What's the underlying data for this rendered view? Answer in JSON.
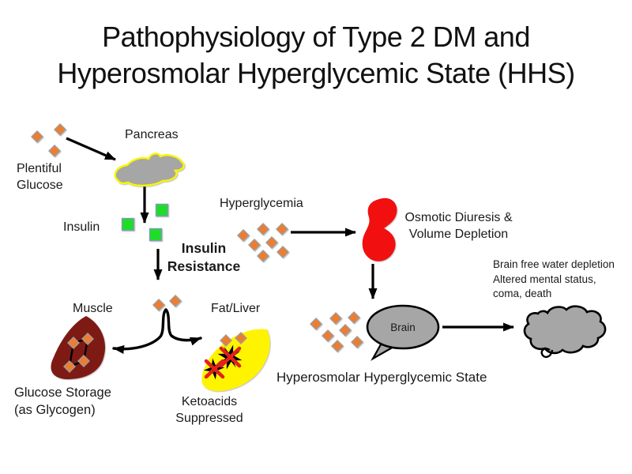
{
  "title": {
    "line1": "Pathophysiology of Type 2 DM and",
    "line2": "Hyperosmolar Hyperglycemic State (HHS)"
  },
  "labels": {
    "plentiful_glucose": "Plentiful\nGlucose",
    "pancreas": "Pancreas",
    "insulin": "Insulin",
    "insulin_resistance": "Insulin\nResistance",
    "hyperglycemia": "Hyperglycemia",
    "osmotic_diuresis": "Osmotic Diuresis &\nVolume Depletion",
    "brain_effects": "Brain free water depletion\nAltered mental status,\ncoma, death",
    "muscle": "Muscle",
    "fat_liver": "Fat/Liver",
    "glucose_storage": "Glucose Storage\n(as Glycogen)",
    "ketoacids": "Ketoacids\nSuppressed",
    "brain": "Brain",
    "hhs": "Hyperosmolar Hyperglycemic State"
  },
  "colors": {
    "glucose_diamond": "#ED7D31",
    "insulin_square": "#1FDD25",
    "pancreas_fill": "#A6A6A6",
    "pancreas_outline": "#F7F700",
    "kidney_red": "#F20F0F",
    "muscle_maroon": "#7E1A14",
    "fat_liver_yellow": "#FFF400",
    "brain_gray": "#A6A6A6",
    "starburst_black": "#000000",
    "red_x": "#E3211C",
    "arrow": "#000000",
    "text": "#1A1A1A"
  },
  "icons": {
    "glucose-diamond-icon": "◆",
    "insulin-square-icon": "■",
    "pancreas-shape": "gray blob, yellow outline",
    "kidney-shape": "red bean blob",
    "muscle-shape": "maroon leaf",
    "fat-liver-shape": "yellow leaf",
    "brain-bubble": "gray oval callout",
    "shriveled-brain-cloud": "gray cloud callout",
    "ketoacid-starburst-icon": "✦",
    "red-x-icon": "✕",
    "arrow-icon": "→"
  }
}
